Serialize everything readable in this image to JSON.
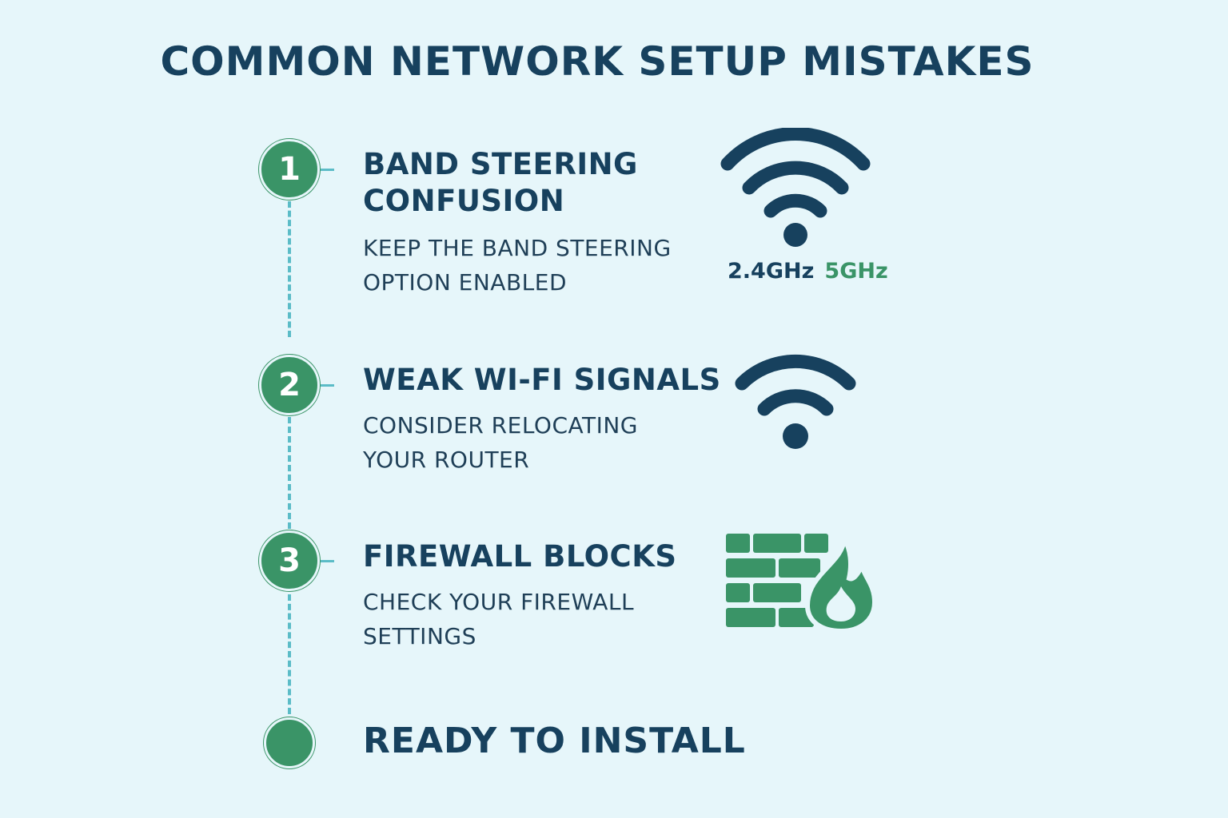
{
  "title": "COMMON NETWORK SETUP MISTAKES",
  "steps": [
    {
      "number": "1",
      "heading_line1": "BAND STEERING",
      "heading_line2": "CONFUSION",
      "desc_line1": "KEEP THE BAND STEERING",
      "desc_line2": "OPTION ENABLED",
      "icon": "wifi-icon",
      "bands": [
        "2.4GHz",
        "5GHz"
      ]
    },
    {
      "number": "2",
      "heading_line1": "WEAK WI-FI SIGNALS",
      "desc_line1": "CONSIDER RELOCATING",
      "desc_line2": "YOUR ROUTER",
      "icon": "wifi-weak-icon"
    },
    {
      "number": "3",
      "heading_line1": "FIREWALL BLOCKS",
      "desc_line1": "CHECK YOUR FIREWALL",
      "desc_line2": "SETTINGS",
      "icon": "firewall-icon"
    }
  ],
  "final_step": "READY TO INSTALL",
  "colors": {
    "background": "#e6f6fa",
    "navy": "#17415e",
    "green": "#3a9467",
    "dashed_line": "#5bbcc7"
  }
}
